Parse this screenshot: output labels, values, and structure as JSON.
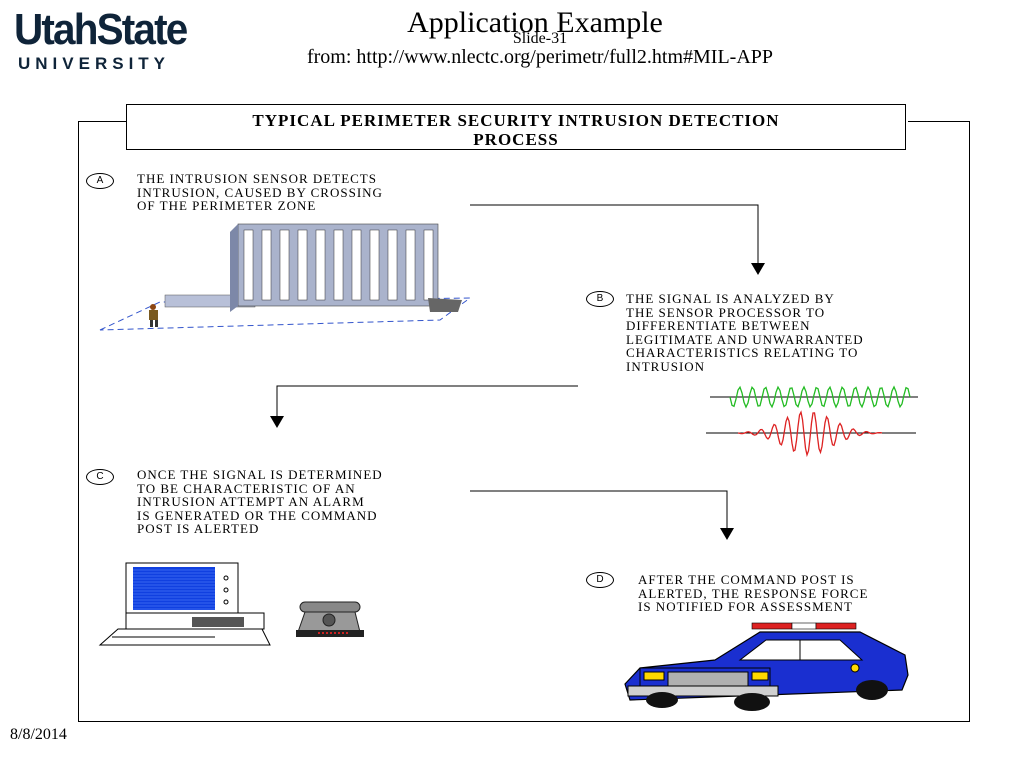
{
  "logo": {
    "top": "UtahState",
    "bottom": "UNIVERSITY"
  },
  "title": "Application Example",
  "slide_label": "Slide-31",
  "subtitle": "from: http://www.nlectc.org/perimetr/full2.htm#MIL-APP",
  "date": "8/8/2014",
  "diagram": {
    "header_line1": "TYPICAL PERIMETER SECURITY INTRUSION DETECTION",
    "header_line2": "PROCESS",
    "steps": [
      {
        "badge": "A",
        "lines": [
          "THE INTRUSION SENSOR  DETECTS",
          "INTRUSION, CAUSED BY CROSSING",
          "OF THE PERIMETER ZONE"
        ]
      },
      {
        "badge": "B",
        "lines": [
          "THE SIGNAL IS  ANALYZED BY",
          "THE SENSOR PROCESSOR TO",
          "DIFFERENTIATE BETWEEN",
          "LEGITIMATE AND UNWARRANTED",
          "CHARACTERISTICS  RELATING TO",
          "INTRUSION"
        ]
      },
      {
        "badge": "C",
        "lines": [
          "ONCE THE SIGNAL IS DETERMINED",
          "TO BE CHARACTERISTIC OF AN",
          "INTRUSION ATTEMPT AN ALARM",
          "IS GENERATED OR THE  COMMAND",
          "POST IS ALERTED"
        ]
      },
      {
        "badge": "D",
        "lines": [
          "AFTER THE COMMAND POST IS",
          "ALERTED, THE RESPONSE FORCE",
          "IS NOTIFIED FOR ASSESSMENT"
        ]
      }
    ]
  },
  "colors": {
    "logo": "#0f2439",
    "wave_legit": "#22bb22",
    "wave_intrusion": "#dd2222",
    "car": "#1a2fd0",
    "monitor": "#1040e0"
  }
}
